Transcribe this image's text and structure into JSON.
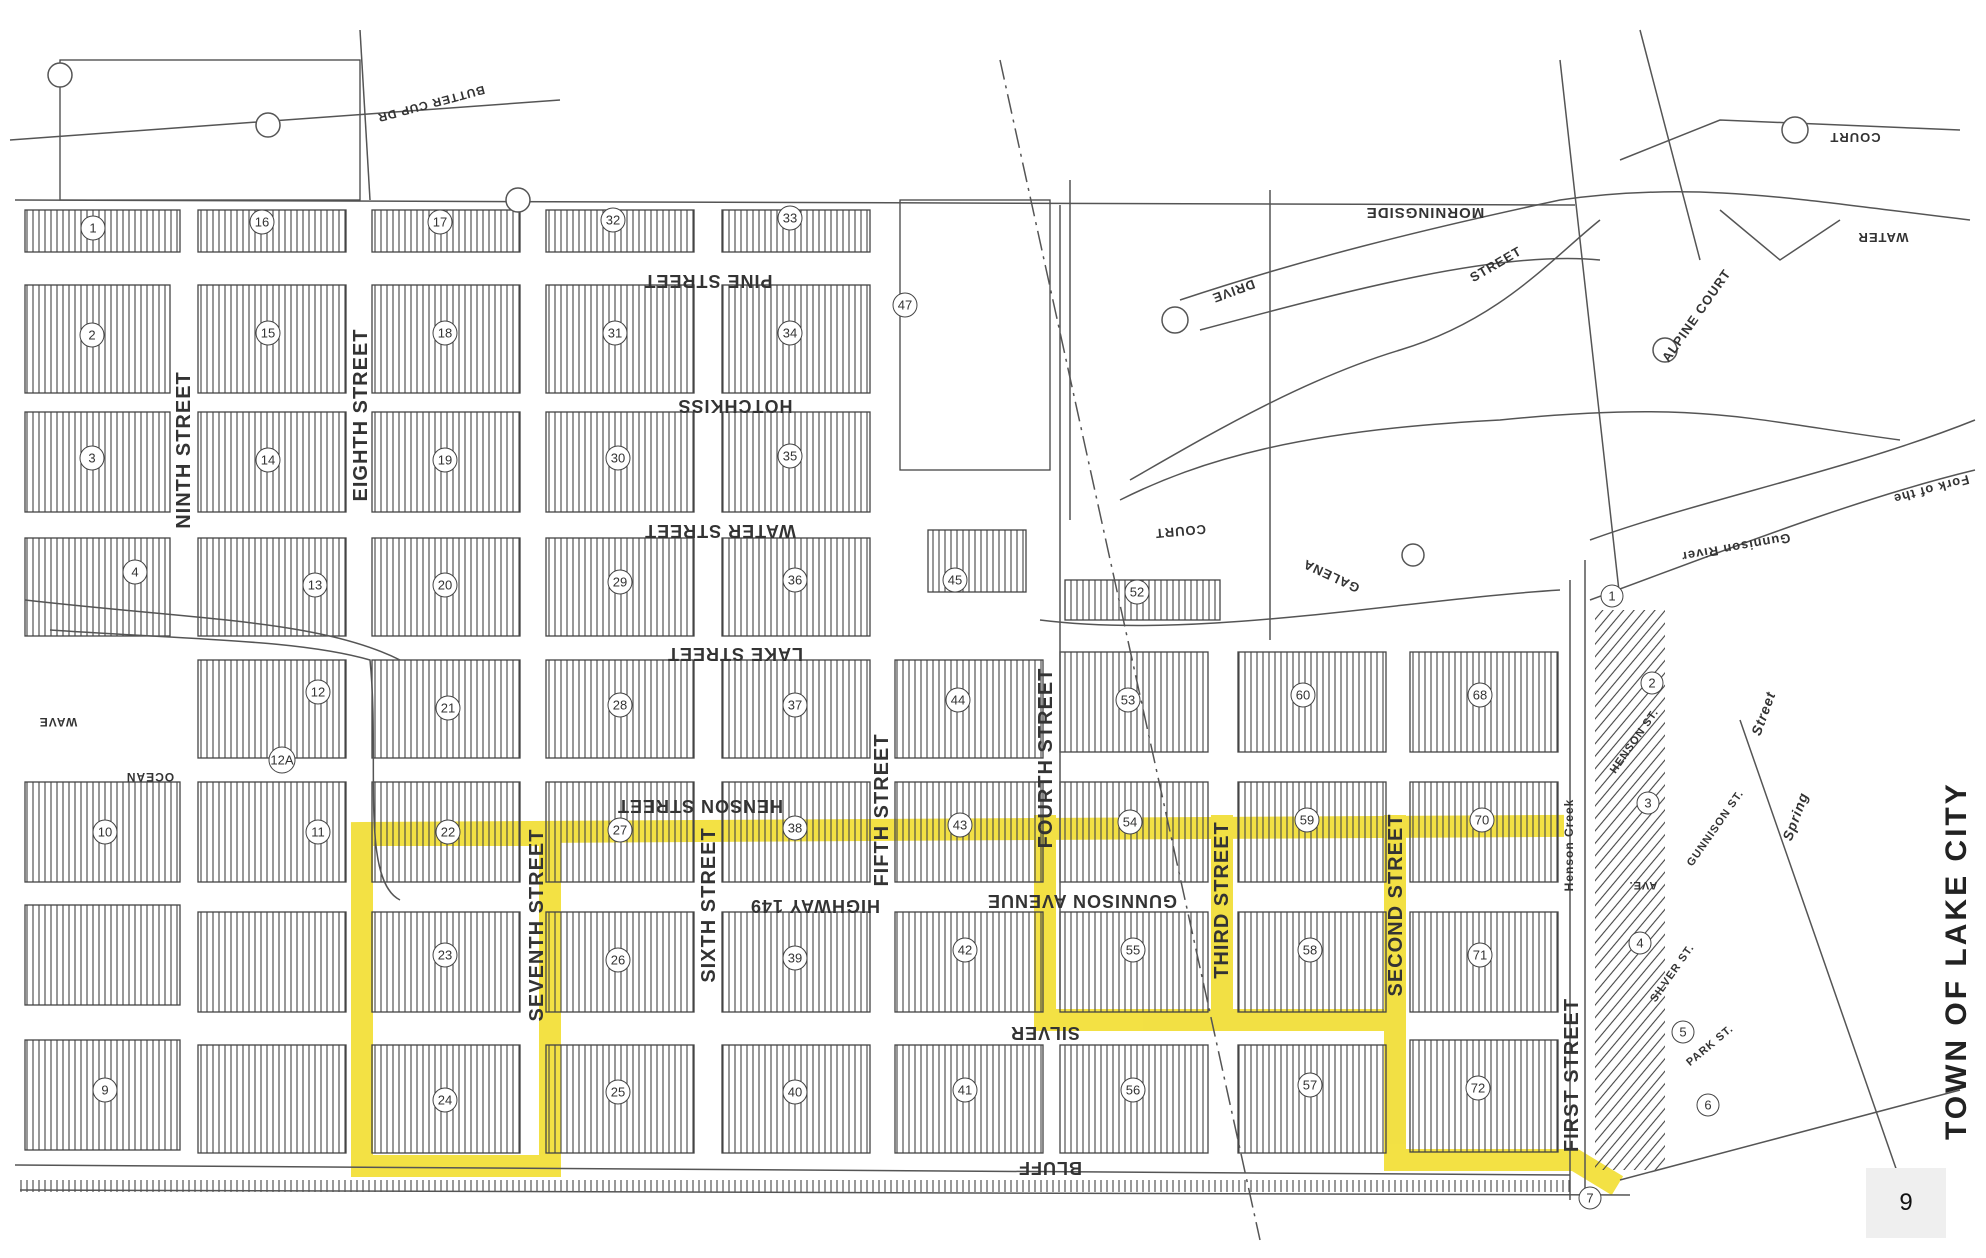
{
  "title": "TOWN OF LAKE CITY",
  "page_number": "9",
  "colors": {
    "highlight": "#f2df3a",
    "ink": "#333333",
    "paper": "#ffffff"
  },
  "streets": {
    "pine": "PINE STREET",
    "hotchkiss": "HOTCHKISS",
    "water": "WATER STREET",
    "lake": "LAKE STREET",
    "henson": "HENSON STREET",
    "highway": "HIGHWAY 149",
    "gunnison": "GUNNISON AVENUE",
    "silver": "SILVER",
    "bluff": "BLUFF",
    "ninth": "NINTH STREET",
    "eighth": "EIGHTH STREET",
    "seventh": "SEVENTH STREET",
    "sixth": "SIXTH STREET",
    "fifth": "FIFTH STREET",
    "fourth": "FOURTH STREET",
    "third": "THIRD STREET",
    "second": "SECOND STREET",
    "first": "FIRST STREET",
    "morningside": "MORNINGSIDE",
    "alpine_court": "ALPINE COURT",
    "drive": "DRIVE",
    "street_ne": "STREET",
    "court_galena": "COURT",
    "galena": "GALENA",
    "water_ne": "WATER",
    "court_ne": "COURT",
    "butter_cup": "BUTTER CUP DR",
    "henson_creek": "Henson Creek",
    "gunnison_river": "Gunnison River",
    "fork": "Fork of the",
    "wave": "WAVE",
    "ocean": "OCEAN",
    "park_st": "PARK ST.",
    "silver_st": "SILVER ST.",
    "gunnison_st": "GUNNISON ST.",
    "henson_st": "HENSON ST.",
    "ave": "AVE.",
    "spring": "Spring",
    "street_e": "Street"
  },
  "blocks": [
    "1",
    "16",
    "17",
    "32",
    "33",
    "2",
    "15",
    "18",
    "31",
    "34",
    "3",
    "14",
    "19",
    "30",
    "35",
    "4",
    "13",
    "20",
    "29",
    "36",
    "45",
    "52",
    "12",
    "21",
    "28",
    "37",
    "44",
    "53",
    "60",
    "68",
    "11",
    "22",
    "27",
    "38",
    "43",
    "54",
    "59",
    "70",
    "10",
    "23",
    "26",
    "39",
    "42",
    "55",
    "58",
    "71",
    "9",
    "24",
    "25",
    "40",
    "41",
    "56",
    "57",
    "72",
    "12A",
    "47",
    "1",
    "2",
    "3",
    "4",
    "5",
    "6",
    "7"
  ],
  "map": {
    "features": "Town plat with surveyed lots; highlighted route along Henson Street, Seventh Street, Silver, Fourth Street, Third Street, Second Street and Bluff"
  }
}
